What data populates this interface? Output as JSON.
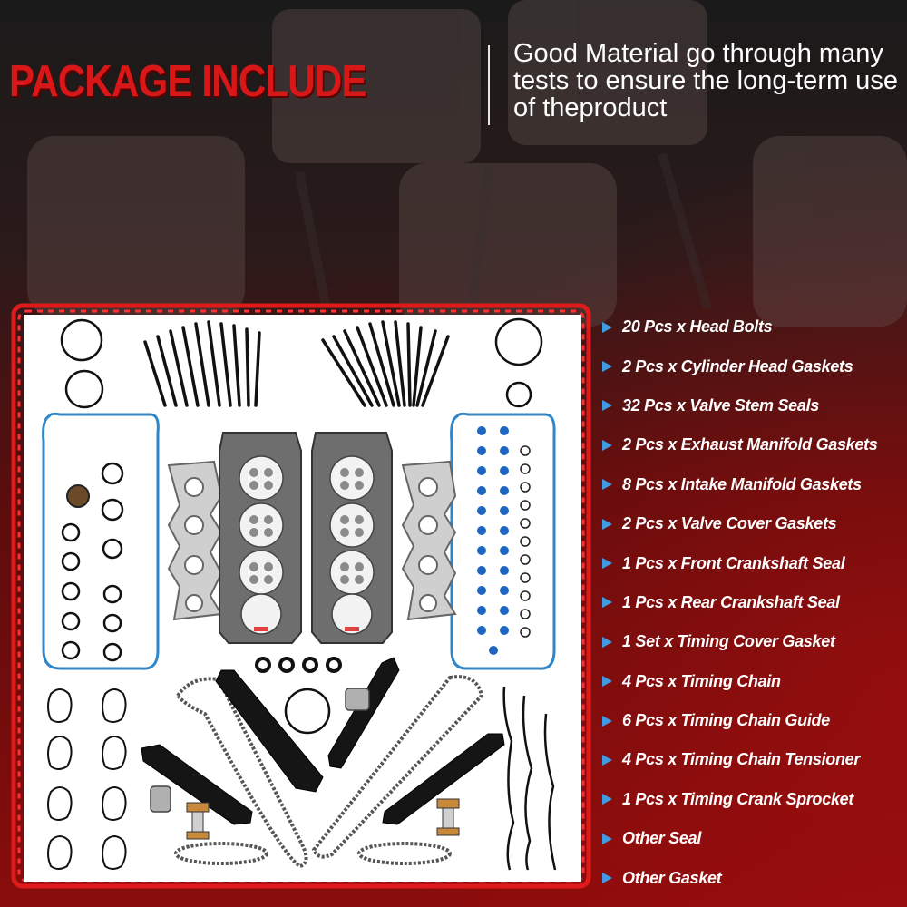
{
  "header": {
    "title": "PACKAGE INCLUDE",
    "tagline": "Good Material go through many tests to ensure the long-term use of theproduct"
  },
  "package_items": [
    {
      "label": "20 Pcs x Head Bolts"
    },
    {
      "label": "2 Pcs x Cylinder Head Gaskets"
    },
    {
      "label": "32 Pcs x Valve Stem Seals"
    },
    {
      "label": "2 Pcs x Exhaust Manifold Gaskets"
    },
    {
      "label": "8 Pcs x Intake Manifold Gaskets"
    },
    {
      "label": "2 Pcs x Valve Cover Gaskets"
    },
    {
      "label": "1 Pcs x Front Crankshaft Seal"
    },
    {
      "label": "1 Pcs x Rear Crankshaft Seal"
    },
    {
      "label": "1 Set x Timing Cover Gasket"
    },
    {
      "label": "4 Pcs x Timing Chain"
    },
    {
      "label": "6 Pcs x Timing Chain Guide"
    },
    {
      "label": "4 Pcs x Timing Chain Tensioner"
    },
    {
      "label": "1 Pcs x Timing Crank Sprocket"
    },
    {
      "label": "Other Seal"
    },
    {
      "label": "Other Gasket"
    }
  ],
  "colors": {
    "accent_red": "#d81818",
    "bullet_blue": "#3f9be4",
    "text_white": "#ffffff",
    "gasket_blue": "#2f86c8",
    "valve_seal_blue": "#1f66c2"
  },
  "icons": {
    "bullet": "blue-triangle-icon"
  }
}
